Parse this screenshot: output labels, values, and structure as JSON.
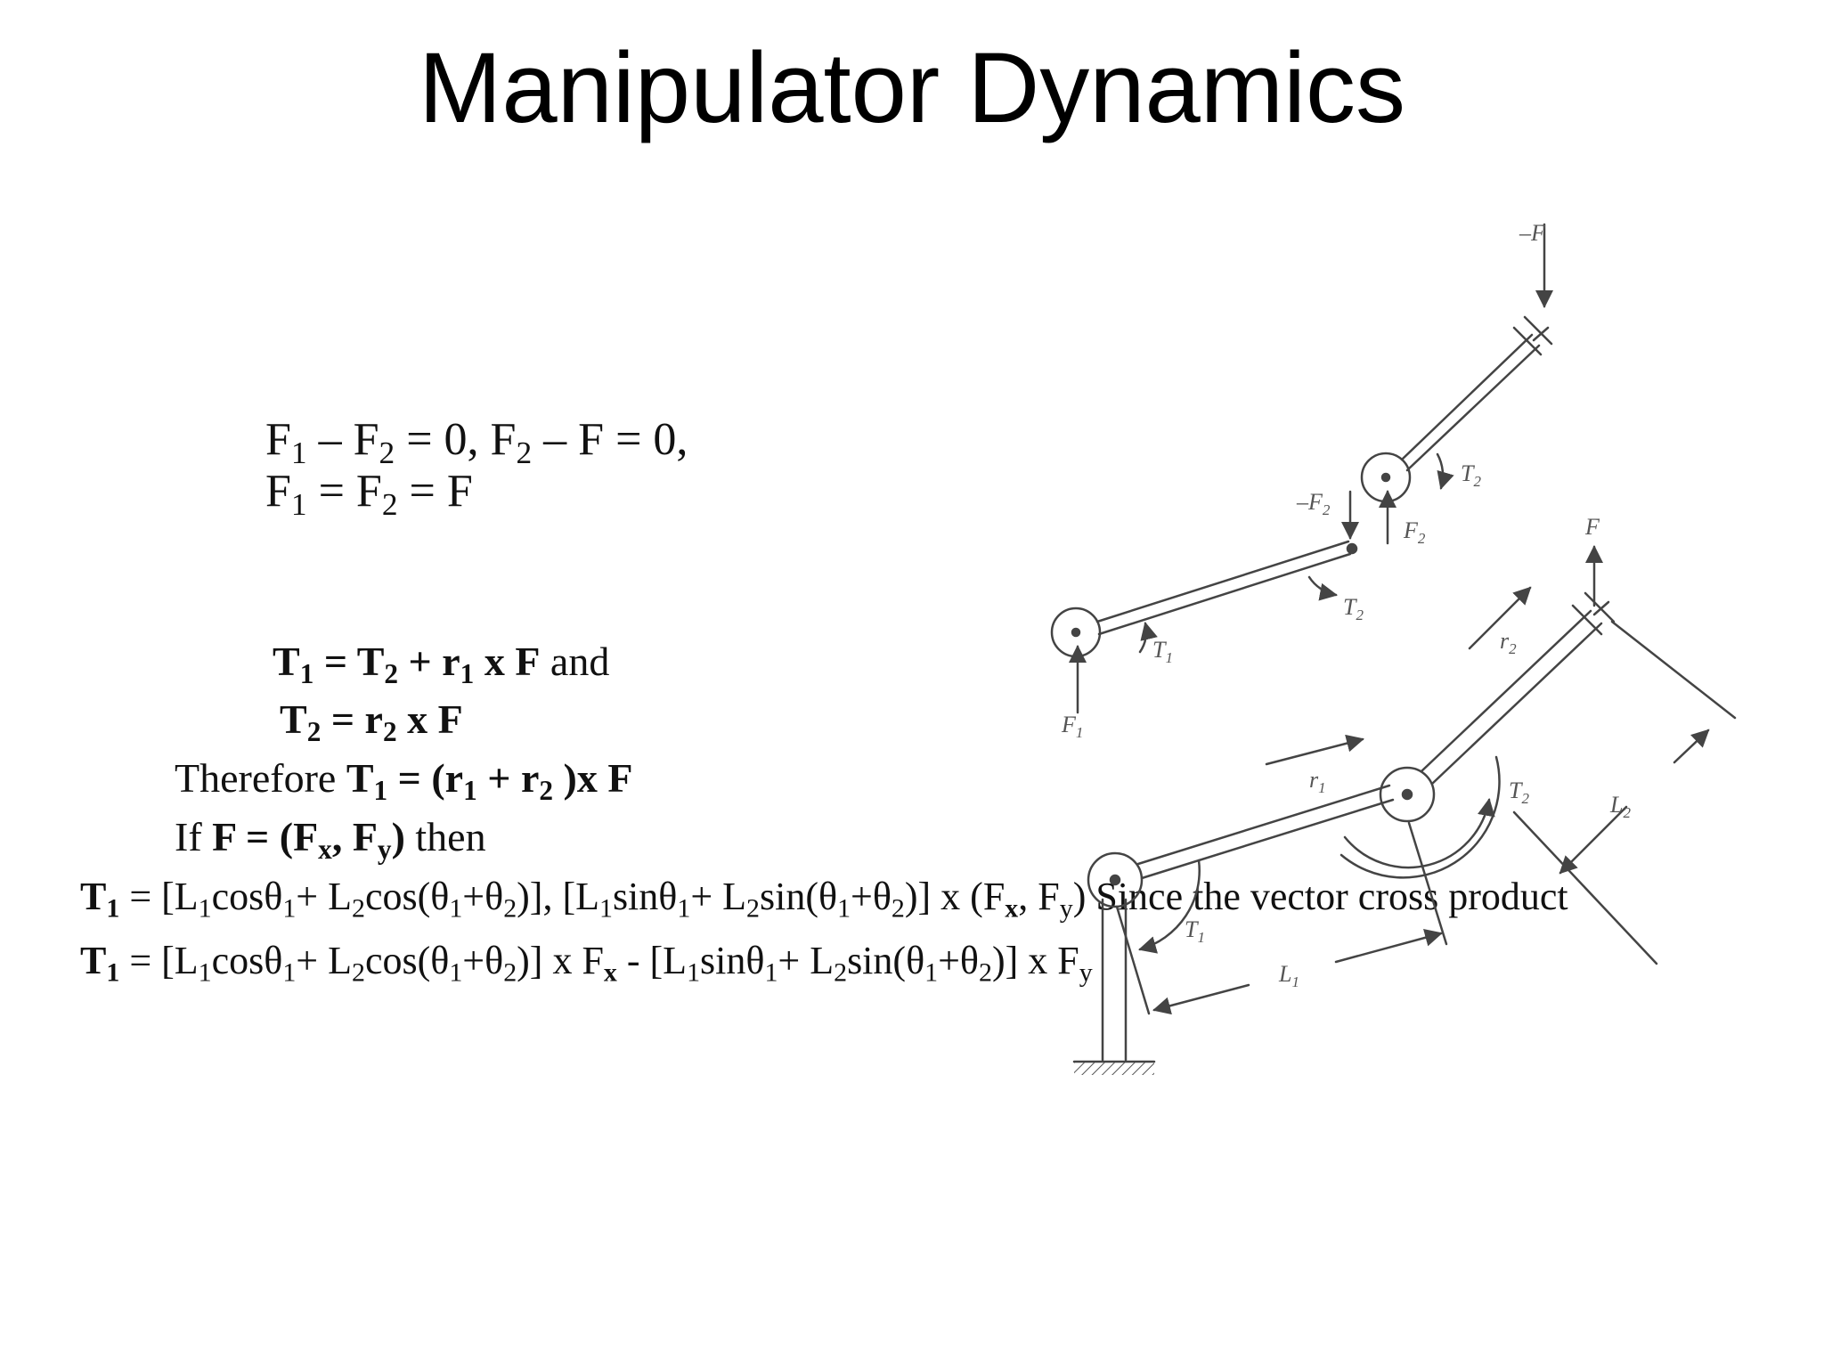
{
  "slide": {
    "title": "Manipulator Dynamics"
  },
  "equations": {
    "eq1": {
      "p1": "F",
      "s1": "1",
      "p2": " – F",
      "s2": "2",
      "p3": " = 0, F",
      "s3": "2",
      "p4": " – F = 0,"
    },
    "eq2": {
      "p1": "F",
      "s1": "1",
      "p2": " = F",
      "s2": "2",
      "p3": " = F"
    },
    "eq3": {
      "p1": "T",
      "s1": "1",
      "p2": " = T",
      "s2": "2",
      "p3": " + r",
      "s3": "1",
      "p4": " x F",
      "p5": " and"
    },
    "eq4": {
      "p1": "T",
      "s1": "2",
      "p2": " = r",
      "s2": "2",
      "p3": " x F"
    },
    "eq5": {
      "p0": "Therefore ",
      "p1": "T",
      "s1": "1",
      "p2": " = (r",
      "s2": "1",
      "p3": " + r",
      "s3": "2",
      "p4": " )x F"
    },
    "eq6": {
      "p0": "If ",
      "p1": "F = (F",
      "s1": "x",
      "p2": ", F",
      "s2": "y",
      "p3": ")",
      "p4": " then"
    },
    "eq7": {
      "p1": "T",
      "s1": "1",
      "p2": " = [L",
      "s2": "1",
      "p3": "cosθ",
      "s3": "1",
      "p4": "+ L",
      "s4": "2",
      "p5": "cos(θ",
      "s5": "1",
      "p6": "+θ",
      "s6": "2",
      "p7": ")], [L",
      "s7": "1",
      "p8": "sinθ",
      "s8": "1",
      "p9": "+ L",
      "s9": "2",
      "p10": "sin(θ",
      "s10": "1",
      "p11": "+θ",
      "s11": "2",
      "p12": ")] x (F",
      "s12": "x",
      "p13": ", F",
      "s13": "y",
      "p14": ") Since the vector cross product"
    },
    "eq8": {
      "p1": "T",
      "s1": "1",
      "p2": " = [L",
      "s2": "1",
      "p3": "cosθ",
      "s3": "1",
      "p4": "+ L",
      "s4": "2",
      "p5": "cos(θ",
      "s5": "1",
      "p6": "+θ",
      "s6": "2",
      "p7": ")] x F",
      "s7": "x",
      "p8": " - [L",
      "s8": "1",
      "p9": "sinθ",
      "s9": "1",
      "p10": "+ L",
      "s10": "2",
      "p11": "sin(θ",
      "s11": "1",
      "p12": "+θ",
      "s12": "2",
      "p13": ")] x F",
      "s13": "y"
    }
  },
  "diagram": {
    "labels": {
      "neg_f": "–F",
      "t2_top": "T",
      "t2_top_sub": "2",
      "neg_f2": "–F",
      "neg_f2_sub": "2",
      "f2": "F",
      "f2_sub": "2",
      "t2_mid": "T",
      "t2_mid_sub": "2",
      "t1_mid": "T",
      "t1_mid_sub": "1",
      "f1": "F",
      "f1_sub": "1",
      "f_bottom": "F",
      "r2": "r",
      "r2_sub": "2",
      "r1": "r",
      "r1_sub": "1",
      "t2_bottom": "T",
      "t2_bottom_sub": "2",
      "l2": "L",
      "l2_sub": "2",
      "t1_bottom": "T",
      "t1_bottom_sub": "1",
      "l1": "L",
      "l1_sub": "1"
    }
  }
}
